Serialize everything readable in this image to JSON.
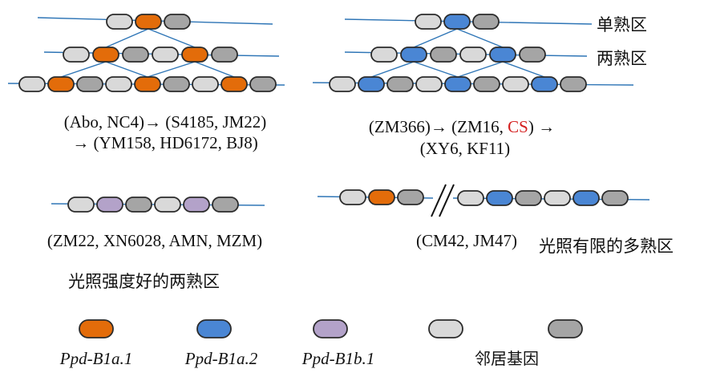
{
  "colors": {
    "orange": "#e36c0a",
    "blue": "#4a86d4",
    "purple": "#b3a2c9",
    "light_gray": "#d9d9d9",
    "dark_gray": "#a5a5a5",
    "outline": "#2b2b2b",
    "line": "#2e75b6",
    "highlight_red": "#d42020"
  },
  "labels": {
    "single_maturity": "单熟区",
    "double_maturity": "两熟区",
    "good_light_double": "光照强度好的两熟区",
    "limited_light_multi": "光照有限的多熟区"
  },
  "panel_a": {
    "caption_line1": "(Abo, NC4)→ (S4185, JM22)",
    "caption_line2": "→ (YM158, HD6172, BJ8)"
  },
  "panel_b": {
    "caption_line1_pre": "(ZM366)→ (ZM16, ",
    "caption_line1_red": "CS",
    "caption_line1_post": ") →",
    "caption_line2": "(XY6, KF11)"
  },
  "panel_c": {
    "caption": "(ZM22, XN6028, AMN, MZM)"
  },
  "panel_d": {
    "caption": "(CM42, JM47)"
  },
  "legend": [
    {
      "label": "Ppd-B1a.1",
      "color_key": "orange"
    },
    {
      "label": "Ppd-B1a.2",
      "color_key": "blue"
    },
    {
      "label": "Ppd-B1b.1",
      "color_key": "purple"
    },
    {
      "label": "邻居基因",
      "color_key": "light_gray"
    },
    {
      "label": "",
      "color_key": "dark_gray"
    }
  ]
}
